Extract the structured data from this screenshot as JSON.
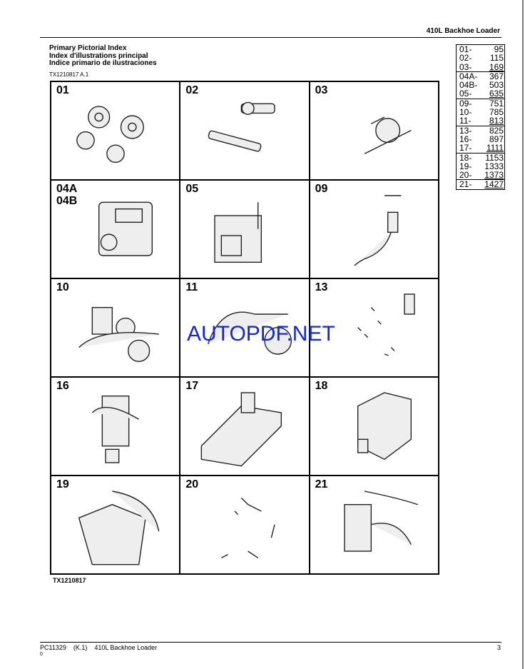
{
  "header": {
    "title": "410L Backhoe Loader"
  },
  "index_titles": [
    "Primary Pictorial Index",
    "Index d'illustrations principal",
    "Indice primario de ilustraciones"
  ],
  "figure_ref": "TX1210817 A.1",
  "cells": [
    {
      "label": "01"
    },
    {
      "label": "02"
    },
    {
      "label": "03"
    },
    {
      "label": "04A\n04B"
    },
    {
      "label": "05"
    },
    {
      "label": "09"
    },
    {
      "label": "10"
    },
    {
      "label": "11"
    },
    {
      "label": "13"
    },
    {
      "label": "16"
    },
    {
      "label": "17"
    },
    {
      "label": "18"
    },
    {
      "label": "19"
    },
    {
      "label": "20"
    },
    {
      "label": "21"
    }
  ],
  "page_index": [
    [
      {
        "s": "01-",
        "p": "95"
      },
      {
        "s": "02-",
        "p": "115"
      },
      {
        "s": "03-",
        "p": "169"
      }
    ],
    [
      {
        "s": "04A-",
        "p": "367"
      },
      {
        "s": "04B-",
        "p": "503"
      },
      {
        "s": "05-",
        "p": "635"
      }
    ],
    [
      {
        "s": "09-",
        "p": "751"
      },
      {
        "s": "10-",
        "p": "785"
      },
      {
        "s": "11-",
        "p": "813"
      }
    ],
    [
      {
        "s": "13-",
        "p": "825"
      },
      {
        "s": "16-",
        "p": "897"
      },
      {
        "s": "17-",
        "p": "1111"
      }
    ],
    [
      {
        "s": "18-",
        "p": "1153"
      },
      {
        "s": "19-",
        "p": "1333"
      },
      {
        "s": "20-",
        "p": "1373"
      }
    ],
    [
      {
        "s": "21-",
        "p": "1427"
      }
    ]
  ],
  "watermark": "AUTOPDF.NET",
  "bottom_ref": "TX1210817",
  "footer": {
    "text": "PC11329    (K.1)    410L Backhoe Loader",
    "sub": "0",
    "page": "3"
  }
}
